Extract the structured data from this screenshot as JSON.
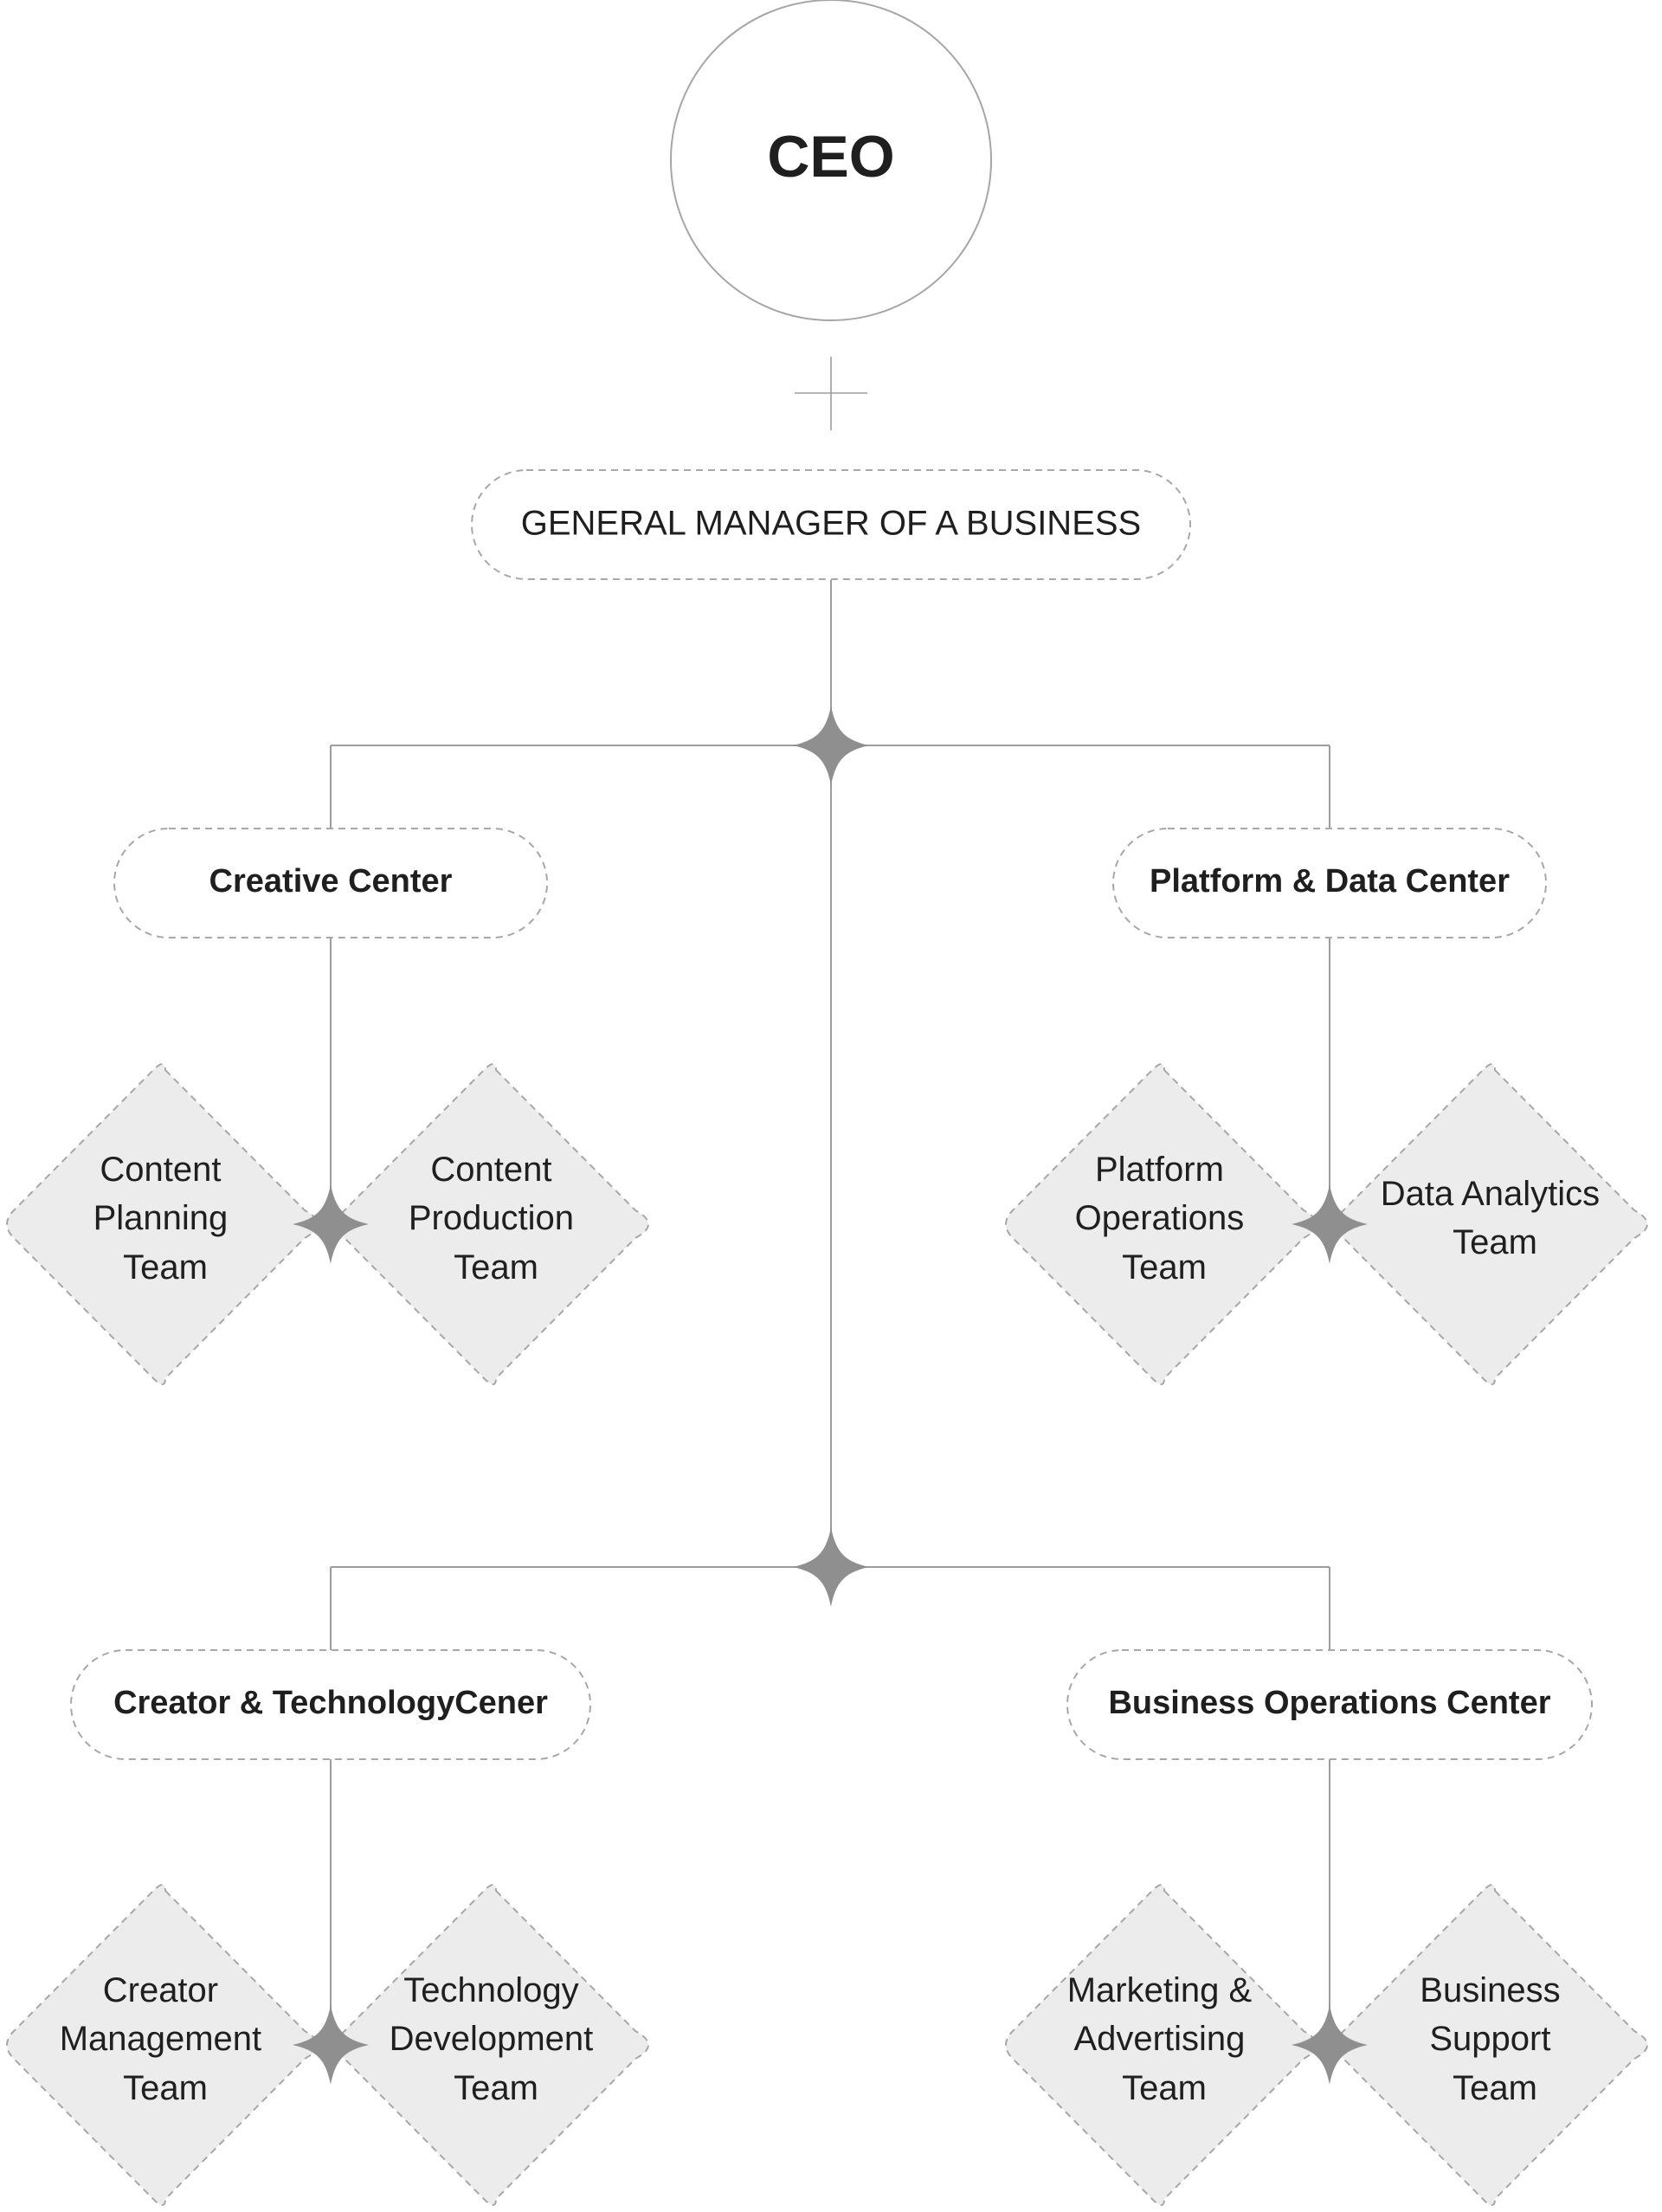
{
  "ceo": {
    "label": "CEO"
  },
  "general_manager": {
    "label": "GENERAL MANAGER OF A BUSINESS"
  },
  "centers": {
    "creative": {
      "label": "Creative Center",
      "teams": [
        [
          "Content",
          "Planning",
          "Team"
        ],
        [
          "Content",
          "Production",
          "Team"
        ]
      ]
    },
    "platform_data": {
      "label": "Platform & Data Center",
      "teams": [
        [
          "Platform",
          "Operations",
          "Team"
        ],
        [
          "Data Analytics",
          "Team"
        ]
      ]
    },
    "creator_technology": {
      "label": "Creator & TechnologyCener",
      "teams": [
        [
          "Creator",
          "Management",
          "Team"
        ],
        [
          "Technology",
          "Development",
          "Team"
        ]
      ]
    },
    "business_operations": {
      "label": "Business Operations Center",
      "teams": [
        [
          "Marketing &",
          "Advertising",
          "Team"
        ],
        [
          "Business",
          "Support",
          "Team"
        ]
      ]
    }
  },
  "colors": {
    "line": "#9d9d9d",
    "diamond_fill": "#ececec",
    "border": "#a8a8a8",
    "text": "#1f1f1f",
    "connector": "#8f8f8f"
  }
}
